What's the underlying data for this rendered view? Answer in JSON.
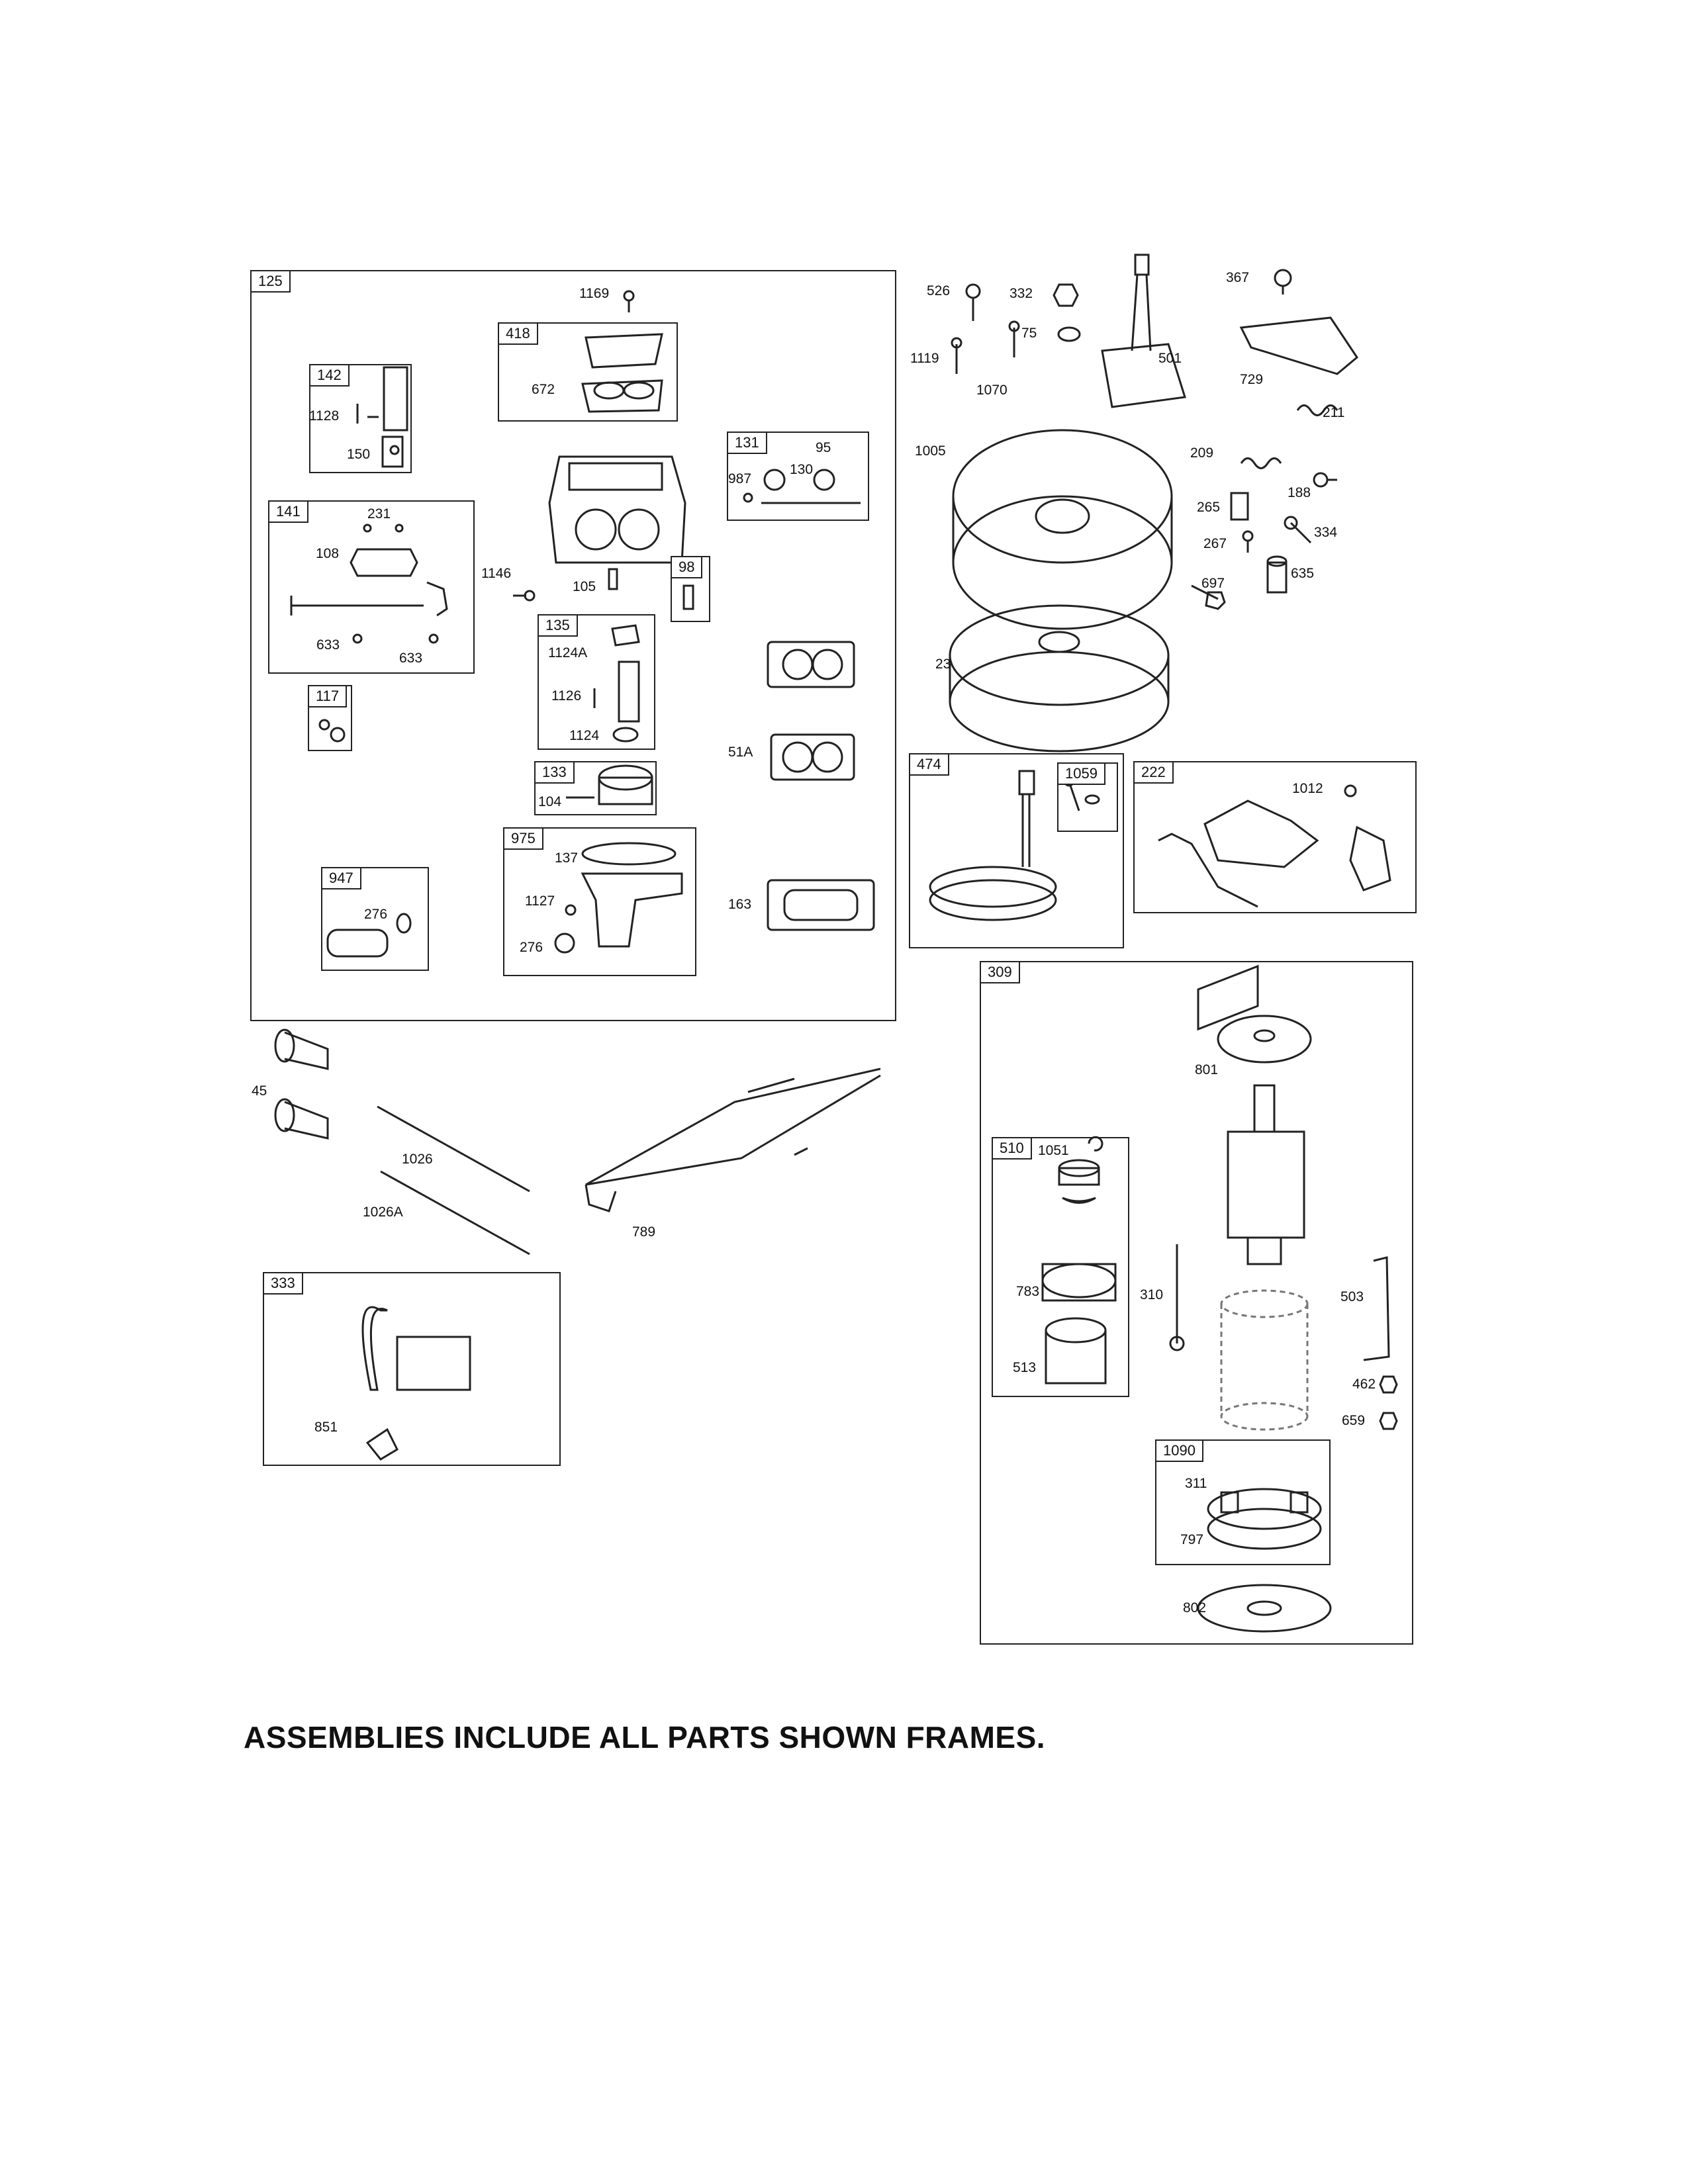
{
  "frames": [
    {
      "id": "f125",
      "tag": "125"
    },
    {
      "id": "f418",
      "tag": "418"
    },
    {
      "id": "f142",
      "tag": "142"
    },
    {
      "id": "f131",
      "tag": "131"
    },
    {
      "id": "f141",
      "tag": "141"
    },
    {
      "id": "f98",
      "tag": "98"
    },
    {
      "id": "f135",
      "tag": "135"
    },
    {
      "id": "f117",
      "tag": "117"
    },
    {
      "id": "f133",
      "tag": "133"
    },
    {
      "id": "f975",
      "tag": "975"
    },
    {
      "id": "f947",
      "tag": "947"
    },
    {
      "id": "f474",
      "tag": "474"
    },
    {
      "id": "f1059",
      "tag": "1059"
    },
    {
      "id": "f222",
      "tag": "222"
    },
    {
      "id": "f309",
      "tag": "309"
    },
    {
      "id": "f510",
      "tag": "510"
    },
    {
      "id": "f1090",
      "tag": "1090"
    },
    {
      "id": "f333",
      "tag": "333"
    }
  ],
  "parts": {
    "p1169": "1169",
    "p672": "672",
    "p1128": "1128",
    "p150": "150",
    "p95": "95",
    "p130": "130",
    "p987": "987",
    "p231": "231",
    "p108": "108",
    "p633a": "633",
    "p633b": "633",
    "p1146": "1146",
    "p105": "105",
    "p1124A": "1124A",
    "p1126": "1126",
    "p1124": "1124",
    "p51A": "51A",
    "p104": "104",
    "p137": "137",
    "p1127": "1127",
    "p276a": "276",
    "p276b": "276",
    "p163": "163",
    "p526": "526",
    "p332": "332",
    "p367": "367",
    "p75": "75",
    "p1119": "1119",
    "p1070": "1070",
    "p501": "501",
    "p729": "729",
    "p211": "211",
    "p1005": "1005",
    "p209": "209",
    "p188": "188",
    "p265": "265",
    "p267": "267",
    "p334": "334",
    "p697": "697",
    "p635": "635",
    "p23": "23",
    "p1012": "1012",
    "p45": "45",
    "p1026": "1026",
    "p1026A": "1026A",
    "p789": "789",
    "p851": "851",
    "p801": "801",
    "p1051": "1051",
    "p783": "783",
    "p513": "513",
    "p310": "310",
    "p503": "503",
    "p462": "462",
    "p659": "659",
    "p311": "311",
    "p797": "797",
    "p802": "802"
  },
  "footer_text": "ASSEMBLIES INCLUDE ALL PARTS SHOWN FRAMES."
}
